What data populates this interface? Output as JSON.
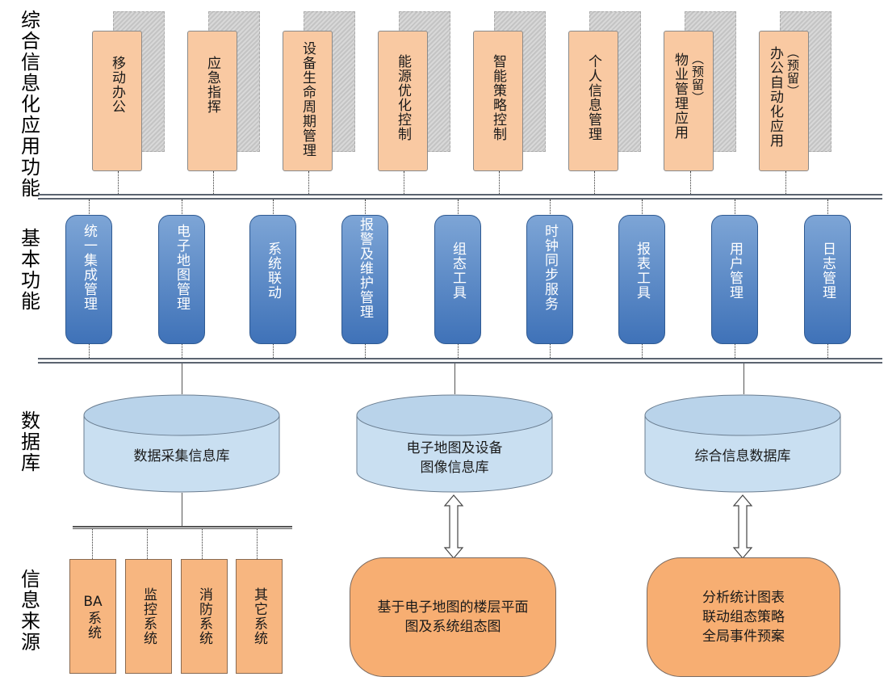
{
  "layers": {
    "apps_title": "综合信息化应用功能",
    "basic_title": "基本功能",
    "db_title": "数据库",
    "source_title": "信息来源"
  },
  "apps": [
    {
      "line1": "移动办公",
      "line2": ""
    },
    {
      "line1": "应急指挥",
      "line2": ""
    },
    {
      "line1": "设备生命周期管理",
      "line2": ""
    },
    {
      "line1": "能源优化控制",
      "line2": ""
    },
    {
      "line1": "智能策略控制",
      "line2": ""
    },
    {
      "line1": "个人信息管理",
      "line2": ""
    },
    {
      "line1": "物业管理应用",
      "line2": "（预留）"
    },
    {
      "line1": "办公自动化应用",
      "line2": "（预留）"
    }
  ],
  "basic_functions": [
    "统一集成管理",
    "电子地图管理",
    "系统联动",
    "报警及维护管理",
    "组态工具",
    "时钟同步服务",
    "报表工具",
    "用户管理",
    "日志管理"
  ],
  "databases": [
    {
      "line1": "数据采集信息库",
      "line2": ""
    },
    {
      "line1": "电子地图及设备",
      "line2": "图像信息库"
    },
    {
      "line1": "综合信息数据库",
      "line2": ""
    }
  ],
  "sources": {
    "systems": [
      {
        "line1": "BA",
        "line2": "系统"
      },
      {
        "line1": "监控系统",
        "line2": ""
      },
      {
        "line1": "消防系统",
        "line2": ""
      },
      {
        "line1": "其它系统",
        "line2": ""
      }
    ],
    "map_box": {
      "line1": "基于电子地图的楼层平面",
      "line2": "图及系统组态图"
    },
    "analysis_box": {
      "line1": "分析统计图表",
      "line2": "联动组态策略",
      "line3": "全局事件预案"
    }
  },
  "colors": {
    "app_fill": "#f9c9a2",
    "fn_fill": "#3f72b8",
    "db_fill": "#c9dff1",
    "source_fill": "#f7b680"
  }
}
